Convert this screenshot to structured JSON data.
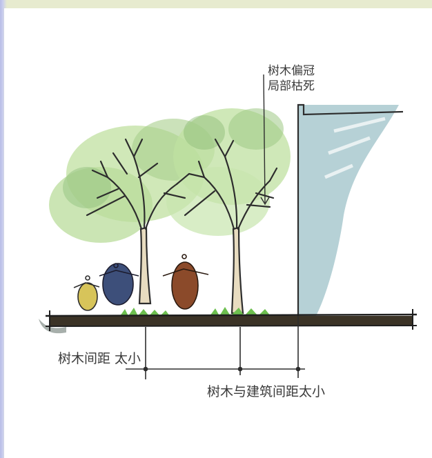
{
  "annotations": {
    "tree_crown_line1": "树木偏冠",
    "tree_crown_line2": "局部枯死",
    "tree_spacing": "树木间距 太小",
    "tree_building_spacing": "树木与建筑间距太小"
  },
  "colors": {
    "foliage_light": "#bfe0a0",
    "foliage_dark": "#8fbf7a",
    "trunk": "#e8dcc0",
    "ground": "#3b3326",
    "building_shade": "#a9c9cf",
    "ink": "#2d2d2d"
  }
}
